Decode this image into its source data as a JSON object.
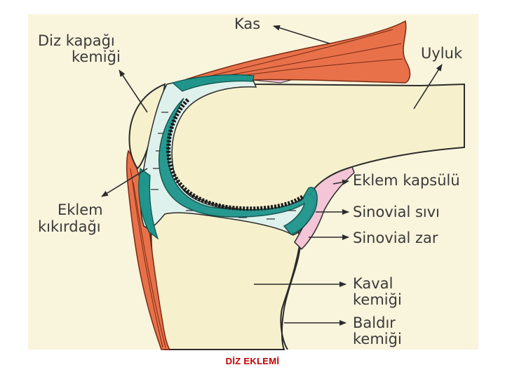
{
  "labels": {
    "kas": "Kas",
    "diz_kapagi_line1": "Diz kapağı",
    "diz_kapagi_line2": "kemiği",
    "uyluk": "Uyluk",
    "eklem_kapsulu": "Eklem kapsülü",
    "eklem_kikirdagi_line1": "Eklem",
    "eklem_kikirdagi_line2": "kıkırdağı",
    "sinovial_sivi": "Sinovial sıvı",
    "sinovial_zar": "Sinovial zar",
    "kaval_line1": "Kaval",
    "kaval_line2": "kemiği",
    "baldir_line1": "Baldır",
    "baldir_line2": "kemiği"
  },
  "caption": "DİZ EKLEMİ",
  "colors": {
    "panel": "#f9f4dc",
    "bone": "#f6f1cc",
    "muscle": "#e8714a",
    "cartilage": "#1f958c",
    "synovial_fluid": "#dff1ec",
    "capsule": "#f3c5d6",
    "caption": "#c00000"
  }
}
